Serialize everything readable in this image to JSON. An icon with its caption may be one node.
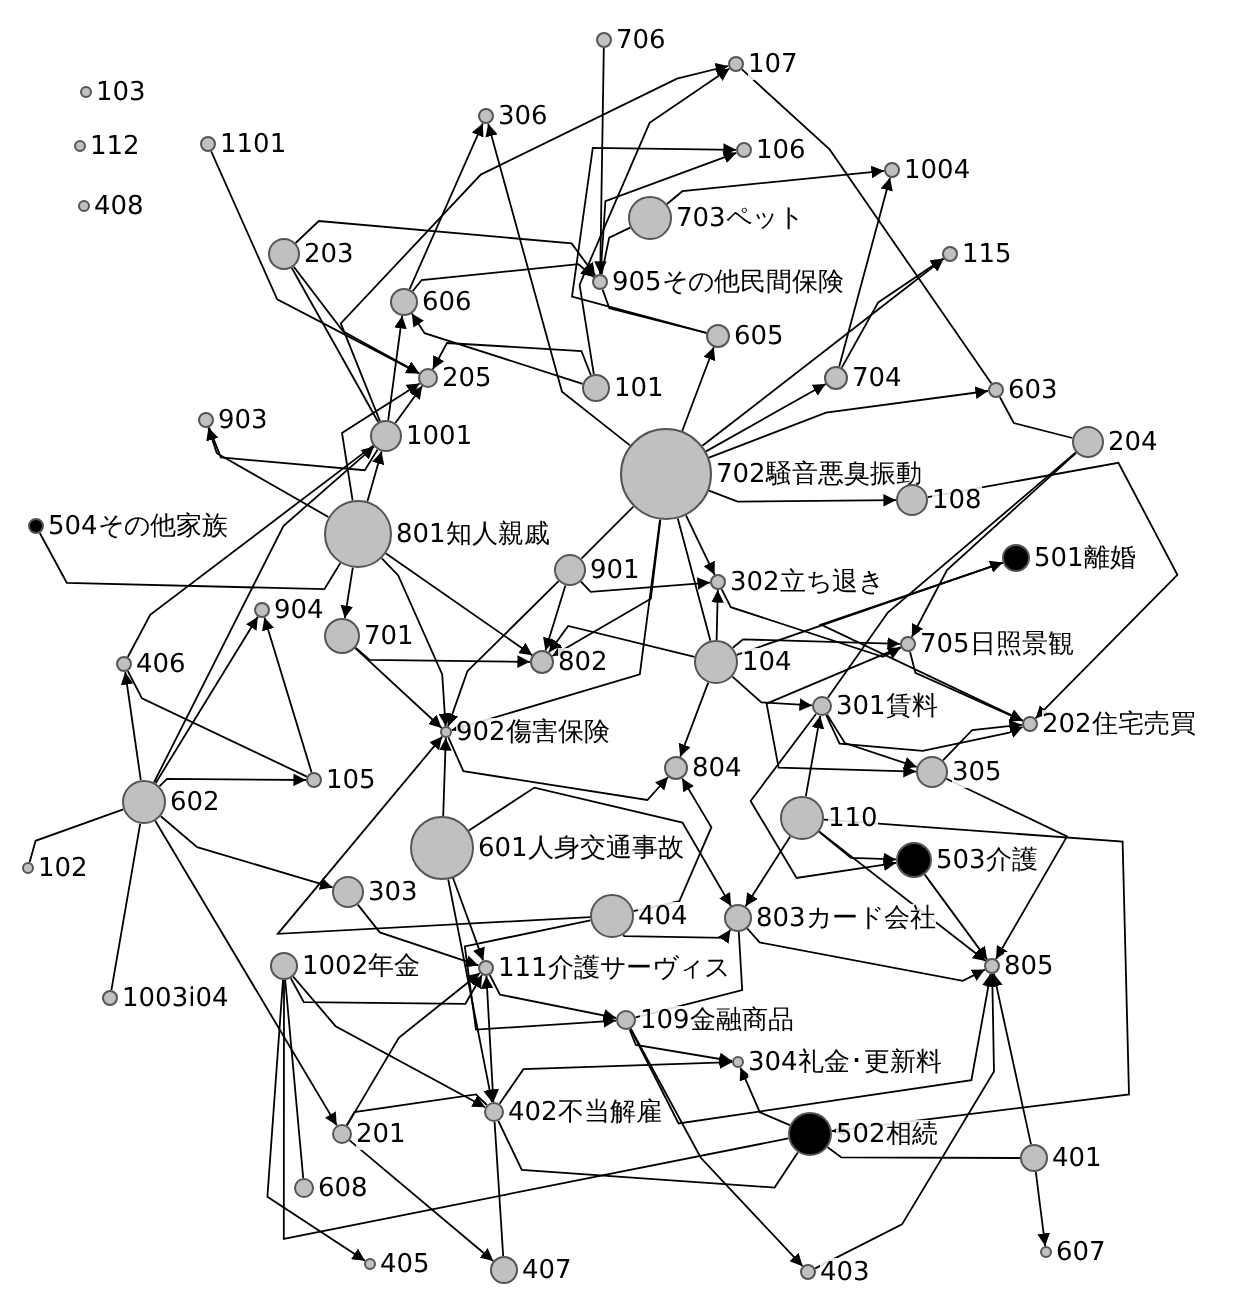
{
  "diagram": {
    "nodes": [
      {
        "text": [
          "103"
        ]
      },
      {
        "text": [
          "112"
        ]
      },
      {
        "text": [
          "408"
        ]
      },
      {
        "text": [
          "1101"
        ]
      },
      {
        "text": [
          "706"
        ]
      },
      {
        "text": [
          "107"
        ]
      },
      {
        "text": [
          "306"
        ]
      },
      {
        "text": [
          "106"
        ]
      },
      {
        "text": [
          "1004"
        ]
      },
      {
        "text": [
          "703ペット"
        ]
      },
      {
        "text": [
          "203"
        ]
      },
      {
        "text": [
          "115"
        ]
      },
      {
        "text": [
          "905その他民間保険"
        ]
      },
      {
        "text": [
          "606"
        ]
      },
      {
        "text": [
          "605"
        ]
      },
      {
        "text": [
          "205"
        ]
      },
      {
        "text": [
          "101"
        ]
      },
      {
        "text": [
          "704"
        ]
      },
      {
        "text": [
          "603"
        ]
      },
      {
        "text": [
          "903"
        ]
      },
      {
        "text": [
          "1001"
        ]
      },
      {
        "text": [
          "702騒音悪臭振動"
        ]
      },
      {
        "text": [
          "204"
        ]
      },
      {
        "text": [
          "108"
        ]
      },
      {
        "text": [
          "801知人親戚"
        ]
      },
      {
        "text": [
          "504その他家族"
        ]
      },
      {
        "text": [
          "501離婚"
        ]
      },
      {
        "text": [
          "901"
        ]
      },
      {
        "text": [
          "302立ち退き"
        ]
      },
      {
        "text": [
          "904"
        ]
      },
      {
        "text": [
          "406"
        ]
      },
      {
        "text": [
          "701"
        ]
      },
      {
        "text": [
          "802"
        ]
      },
      {
        "text": [
          "104"
        ]
      },
      {
        "text": [
          "705日照景観"
        ]
      },
      {
        "text": [
          "301賃料"
        ]
      },
      {
        "text": [
          "202住宅売買"
        ]
      },
      {
        "text": [
          "902傷害保険"
        ]
      },
      {
        "text": [
          "105"
        ]
      },
      {
        "text": [
          "602"
        ]
      },
      {
        "text": [
          "804"
        ]
      },
      {
        "text": [
          "305"
        ]
      },
      {
        "text": [
          "110"
        ]
      },
      {
        "text": [
          "601人身交通事故"
        ]
      },
      {
        "text": [
          "503介護"
        ]
      },
      {
        "text": [
          "404"
        ]
      },
      {
        "text": [
          "102"
        ]
      },
      {
        "text": [
          "303"
        ]
      },
      {
        "text": [
          "803カード会社"
        ]
      },
      {
        "text": [
          "1003i04"
        ]
      },
      {
        "text": [
          "1002年金"
        ]
      },
      {
        "text": [
          "111介護サーヴィス"
        ]
      },
      {
        "text": [
          "805"
        ]
      },
      {
        "text": [
          "109金融商品"
        ]
      },
      {
        "text": [
          "304礼金･更新料"
        ]
      },
      {
        "text": [
          "402不当解雇"
        ]
      },
      {
        "text": [
          "502相続"
        ]
      },
      {
        "text": [
          "201"
        ]
      },
      {
        "text": [
          "401"
        ]
      },
      {
        "text": [
          "608"
        ]
      },
      {
        "text": [
          "405"
        ]
      },
      {
        "text": [
          "407"
        ]
      },
      {
        "text": [
          "403"
        ]
      },
      {
        "text": [
          "607"
        ]
      }
    ],
    "edges": [
      {
        "from": 3,
        "to": 15,
        "arrow": "to"
      },
      {
        "from": 10,
        "to": 12,
        "arrow": "to"
      },
      {
        "from": 10,
        "to": 15,
        "arrow": "to"
      },
      {
        "from": 10,
        "to": 20,
        "arrow": "none"
      },
      {
        "from": 13,
        "to": 12,
        "arrow": "to"
      },
      {
        "from": 13,
        "to": 6,
        "arrow": "to"
      },
      {
        "from": 21,
        "to": 6,
        "arrow": "to"
      },
      {
        "from": 4,
        "to": 12,
        "arrow": "to"
      },
      {
        "from": 20,
        "to": 5,
        "arrow": "to"
      },
      {
        "from": 16,
        "to": 5,
        "arrow": "to"
      },
      {
        "from": 12,
        "to": 7,
        "arrow": "to"
      },
      {
        "from": 14,
        "to": 7,
        "arrow": "to"
      },
      {
        "from": 9,
        "to": 8,
        "arrow": "to"
      },
      {
        "from": 17,
        "to": 8,
        "arrow": "to"
      },
      {
        "from": 5,
        "to": 18,
        "arrow": "none"
      },
      {
        "from": 21,
        "to": 18,
        "arrow": "to"
      },
      {
        "from": 21,
        "to": 11,
        "arrow": "to"
      },
      {
        "from": 17,
        "to": 11,
        "arrow": "to"
      },
      {
        "from": 18,
        "to": 22,
        "arrow": "none"
      },
      {
        "from": 21,
        "to": 17,
        "arrow": "to"
      },
      {
        "from": 21,
        "to": 14,
        "arrow": "to"
      },
      {
        "from": 12,
        "to": 14,
        "arrow": "none"
      },
      {
        "from": 9,
        "to": 12,
        "arrow": "none"
      },
      {
        "from": 19,
        "to": 20,
        "arrow": "none"
      },
      {
        "from": 24,
        "to": 19,
        "arrow": "to"
      },
      {
        "from": 20,
        "to": 15,
        "arrow": "to"
      },
      {
        "from": 24,
        "to": 20,
        "arrow": "to"
      },
      {
        "from": 39,
        "to": 20,
        "arrow": "to"
      },
      {
        "from": 39,
        "to": 29,
        "arrow": "to"
      },
      {
        "from": 25,
        "to": 24,
        "arrow": "none"
      },
      {
        "from": 24,
        "to": 31,
        "arrow": "to"
      },
      {
        "from": 39,
        "to": 30,
        "arrow": "to"
      },
      {
        "from": 30,
        "to": 20,
        "arrow": "none"
      },
      {
        "from": 39,
        "to": 38,
        "arrow": "to"
      },
      {
        "from": 30,
        "to": 38,
        "arrow": "none"
      },
      {
        "from": 38,
        "to": 29,
        "arrow": "to"
      },
      {
        "from": 31,
        "to": 32,
        "arrow": "to"
      },
      {
        "from": 27,
        "to": 32,
        "arrow": "to"
      },
      {
        "from": 21,
        "to": 32,
        "arrow": "to"
      },
      {
        "from": 33,
        "to": 32,
        "arrow": "to"
      },
      {
        "from": 24,
        "to": 32,
        "arrow": "to"
      },
      {
        "from": 27,
        "to": 28,
        "arrow": "to"
      },
      {
        "from": 21,
        "to": 28,
        "arrow": "to"
      },
      {
        "from": 33,
        "to": 28,
        "arrow": "to"
      },
      {
        "from": 21,
        "to": 23,
        "arrow": "to"
      },
      {
        "from": 22,
        "to": 34,
        "arrow": "to"
      },
      {
        "from": 22,
        "to": 35,
        "arrow": "none"
      },
      {
        "from": 33,
        "to": 26,
        "arrow": "to"
      },
      {
        "from": 26,
        "to": 36,
        "arrow": "to"
      },
      {
        "from": 23,
        "to": 36,
        "arrow": "to"
      },
      {
        "from": 34,
        "to": 36,
        "arrow": "to"
      },
      {
        "from": 41,
        "to": 36,
        "arrow": "to"
      },
      {
        "from": 35,
        "to": 36,
        "arrow": "to"
      },
      {
        "from": 28,
        "to": 34,
        "arrow": "to"
      },
      {
        "from": 33,
        "to": 34,
        "arrow": "to"
      },
      {
        "from": 33,
        "to": 35,
        "arrow": "to"
      },
      {
        "from": 42,
        "to": 35,
        "arrow": "to"
      },
      {
        "from": 35,
        "to": 41,
        "arrow": "to"
      },
      {
        "from": 34,
        "to": 41,
        "arrow": "to"
      },
      {
        "from": 35,
        "to": 44,
        "arrow": "to"
      },
      {
        "from": 42,
        "to": 44,
        "arrow": "to"
      },
      {
        "from": 44,
        "to": 52,
        "arrow": "to"
      },
      {
        "from": 42,
        "to": 52,
        "arrow": "to"
      },
      {
        "from": 41,
        "to": 52,
        "arrow": "to"
      },
      {
        "from": 48,
        "to": 52,
        "arrow": "to"
      },
      {
        "from": 53,
        "to": 52,
        "arrow": "to"
      },
      {
        "from": 58,
        "to": 52,
        "arrow": "to"
      },
      {
        "from": 62,
        "to": 52,
        "arrow": "to"
      },
      {
        "from": 58,
        "to": 63,
        "arrow": "to"
      },
      {
        "from": 58,
        "to": 56,
        "arrow": "none"
      },
      {
        "from": 56,
        "to": 54,
        "arrow": "to"
      },
      {
        "from": 53,
        "to": 54,
        "arrow": "to"
      },
      {
        "from": 55,
        "to": 54,
        "arrow": "to"
      },
      {
        "from": 53,
        "to": 62,
        "arrow": "to"
      },
      {
        "from": 51,
        "to": 53,
        "arrow": "to"
      },
      {
        "from": 43,
        "to": 51,
        "arrow": "to"
      },
      {
        "from": 50,
        "to": 51,
        "arrow": "to"
      },
      {
        "from": 51,
        "to": 55,
        "arrow": "both"
      },
      {
        "from": 50,
        "to": 55,
        "arrow": "to"
      },
      {
        "from": 39,
        "to": 57,
        "arrow": "to"
      },
      {
        "from": 50,
        "to": 60,
        "arrow": "to"
      },
      {
        "from": 57,
        "to": 61,
        "arrow": "to"
      },
      {
        "from": 55,
        "to": 61,
        "arrow": "none"
      },
      {
        "from": 57,
        "to": 55,
        "arrow": "none"
      },
      {
        "from": 59,
        "to": 50,
        "arrow": "none"
      },
      {
        "from": 49,
        "to": 39,
        "arrow": "none"
      },
      {
        "from": 46,
        "to": 39,
        "arrow": "none"
      },
      {
        "from": 39,
        "to": 47,
        "arrow": "to"
      },
      {
        "from": 47,
        "to": 51,
        "arrow": "to"
      },
      {
        "from": 24,
        "to": 37,
        "arrow": "to"
      },
      {
        "from": 31,
        "to": 37,
        "arrow": "to"
      },
      {
        "from": 27,
        "to": 37,
        "arrow": "to"
      },
      {
        "from": 45,
        "to": 37,
        "arrow": "to"
      },
      {
        "from": 21,
        "to": 37,
        "arrow": "to"
      },
      {
        "from": 43,
        "to": 37,
        "arrow": "to"
      },
      {
        "from": 37,
        "to": 40,
        "arrow": "to"
      },
      {
        "from": 33,
        "to": 40,
        "arrow": "to"
      },
      {
        "from": 45,
        "to": 40,
        "arrow": "to"
      },
      {
        "from": 45,
        "to": 48,
        "arrow": "to"
      },
      {
        "from": 43,
        "to": 48,
        "arrow": "to"
      },
      {
        "from": 42,
        "to": 48,
        "arrow": "to"
      },
      {
        "from": 48,
        "to": 53,
        "arrow": "none"
      },
      {
        "from": 21,
        "to": 33,
        "arrow": "none"
      },
      {
        "from": 21,
        "to": 27,
        "arrow": "none"
      },
      {
        "from": 16,
        "to": 15,
        "arrow": "to"
      },
      {
        "from": 16,
        "to": 13,
        "arrow": "to"
      },
      {
        "from": 20,
        "to": 13,
        "arrow": "to"
      },
      {
        "from": 24,
        "to": 15,
        "arrow": "to"
      },
      {
        "from": 42,
        "to": 56,
        "arrow": "to"
      },
      {
        "from": 43,
        "to": 55,
        "arrow": "to"
      },
      {
        "from": 45,
        "to": 53,
        "arrow": "to"
      },
      {
        "from": 50,
        "to": 56,
        "arrow": "none"
      },
      {
        "from": 55,
        "to": 56,
        "arrow": "none"
      },
      {
        "from": 57,
        "to": 51,
        "arrow": "to"
      }
    ]
  }
}
